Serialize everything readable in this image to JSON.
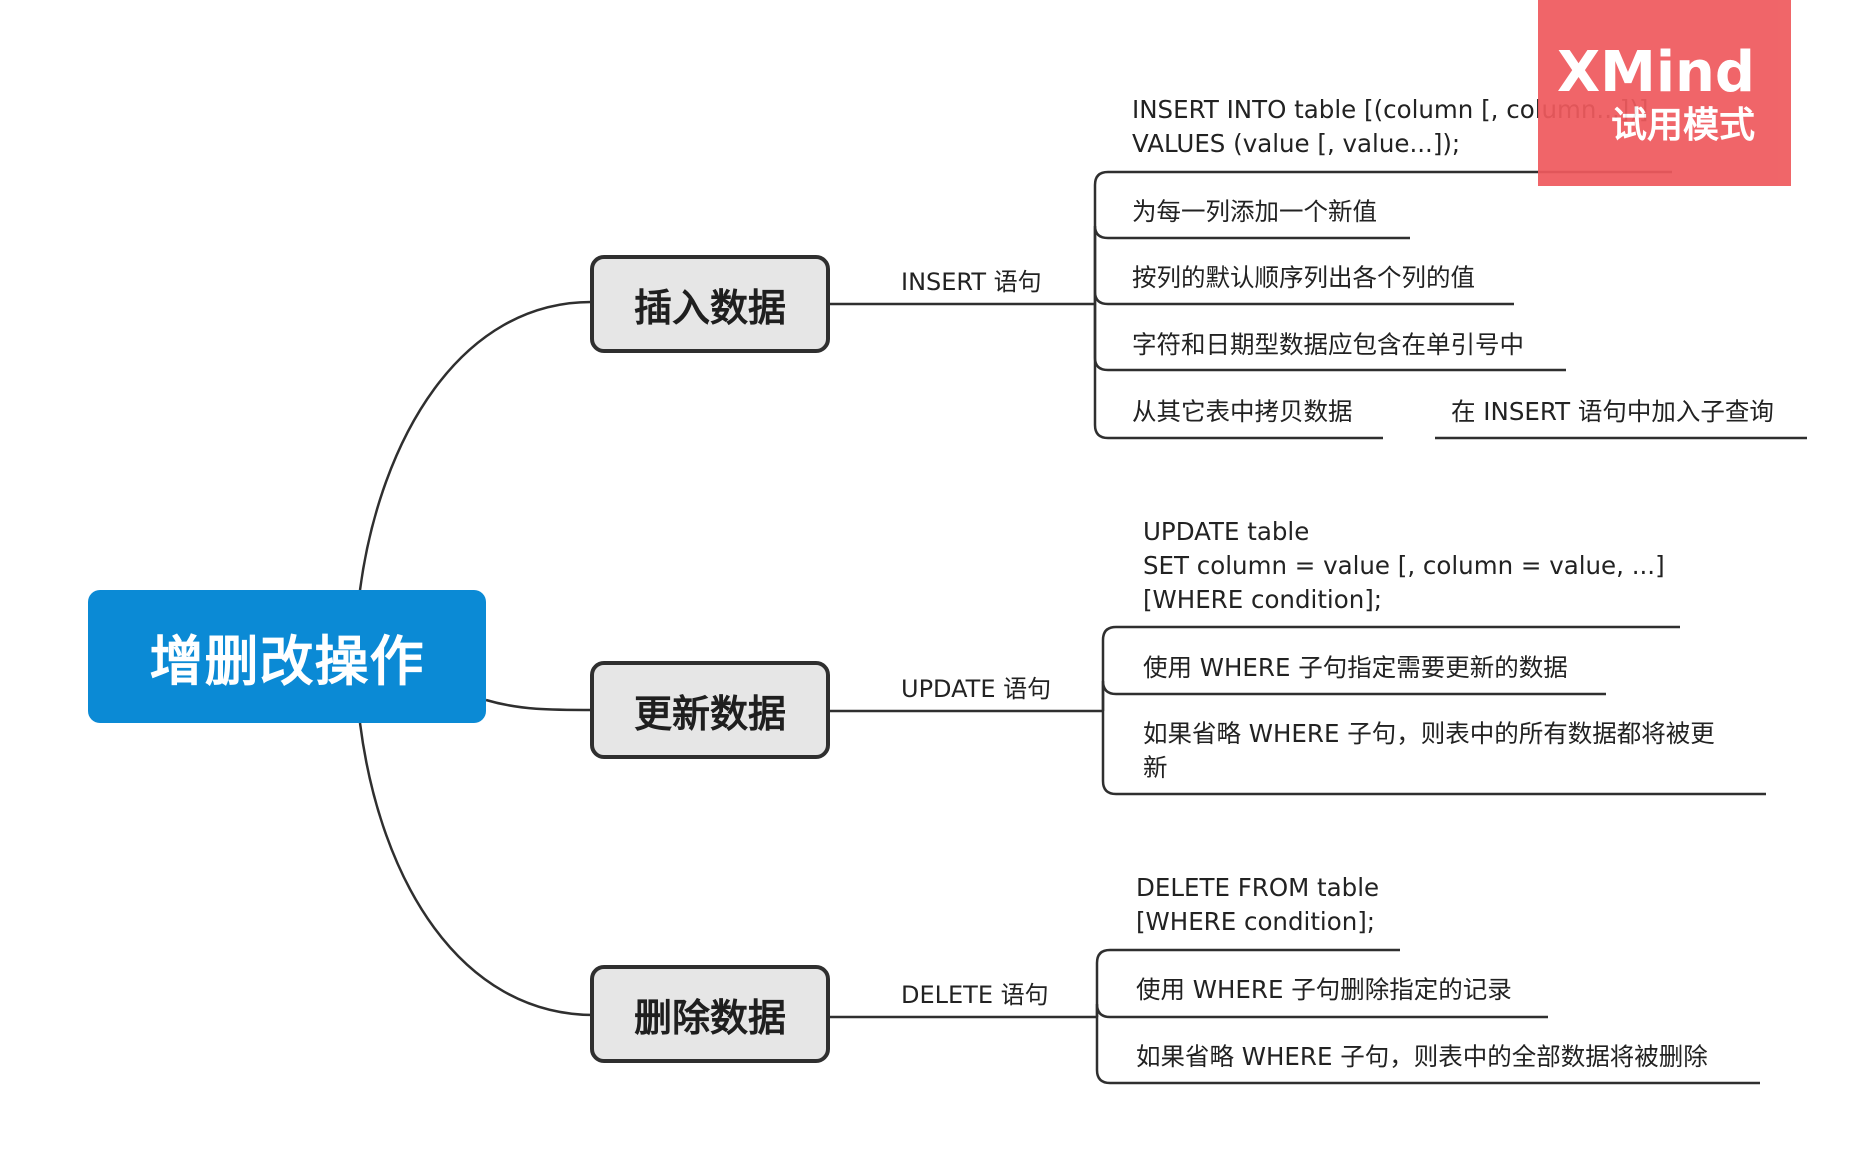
{
  "root": {
    "label": "增删改操作"
  },
  "branches": [
    {
      "label": "插入数据",
      "statement": "INSERT 语句",
      "leaves": [
        "INSERT INTO table [(column [, column...])]\nVALUES (value [, value...]);",
        "为每一列添加一个新值",
        "按列的默认顺序列出各个列的值",
        "字符和日期型数据应包含在单引号中",
        "从其它表中拷贝数据"
      ],
      "sub_leaf": "在 INSERT 语句中加入子查询"
    },
    {
      "label": "更新数据",
      "statement": "UPDATE 语句",
      "leaves": [
        "UPDATE table\nSET column = value [, column = value, ...]\n[WHERE condition];",
        "使用 WHERE 子句指定需要更新的数据",
        "如果省略 WHERE 子句，则表中的所有数据都将被更\n新"
      ]
    },
    {
      "label": "删除数据",
      "statement": "DELETE 语句",
      "leaves": [
        "DELETE FROM table\n[WHERE condition];",
        "使用 WHERE 子句删除指定的记录",
        "如果省略 WHERE 子句，则表中的全部数据将被删除"
      ]
    }
  ],
  "watermark": {
    "brand": "XMind",
    "mode": "试用模式"
  },
  "colors": {
    "root": "#0b8ad5",
    "watermark": "#ef5a5e",
    "line": "#2f2f2f"
  }
}
